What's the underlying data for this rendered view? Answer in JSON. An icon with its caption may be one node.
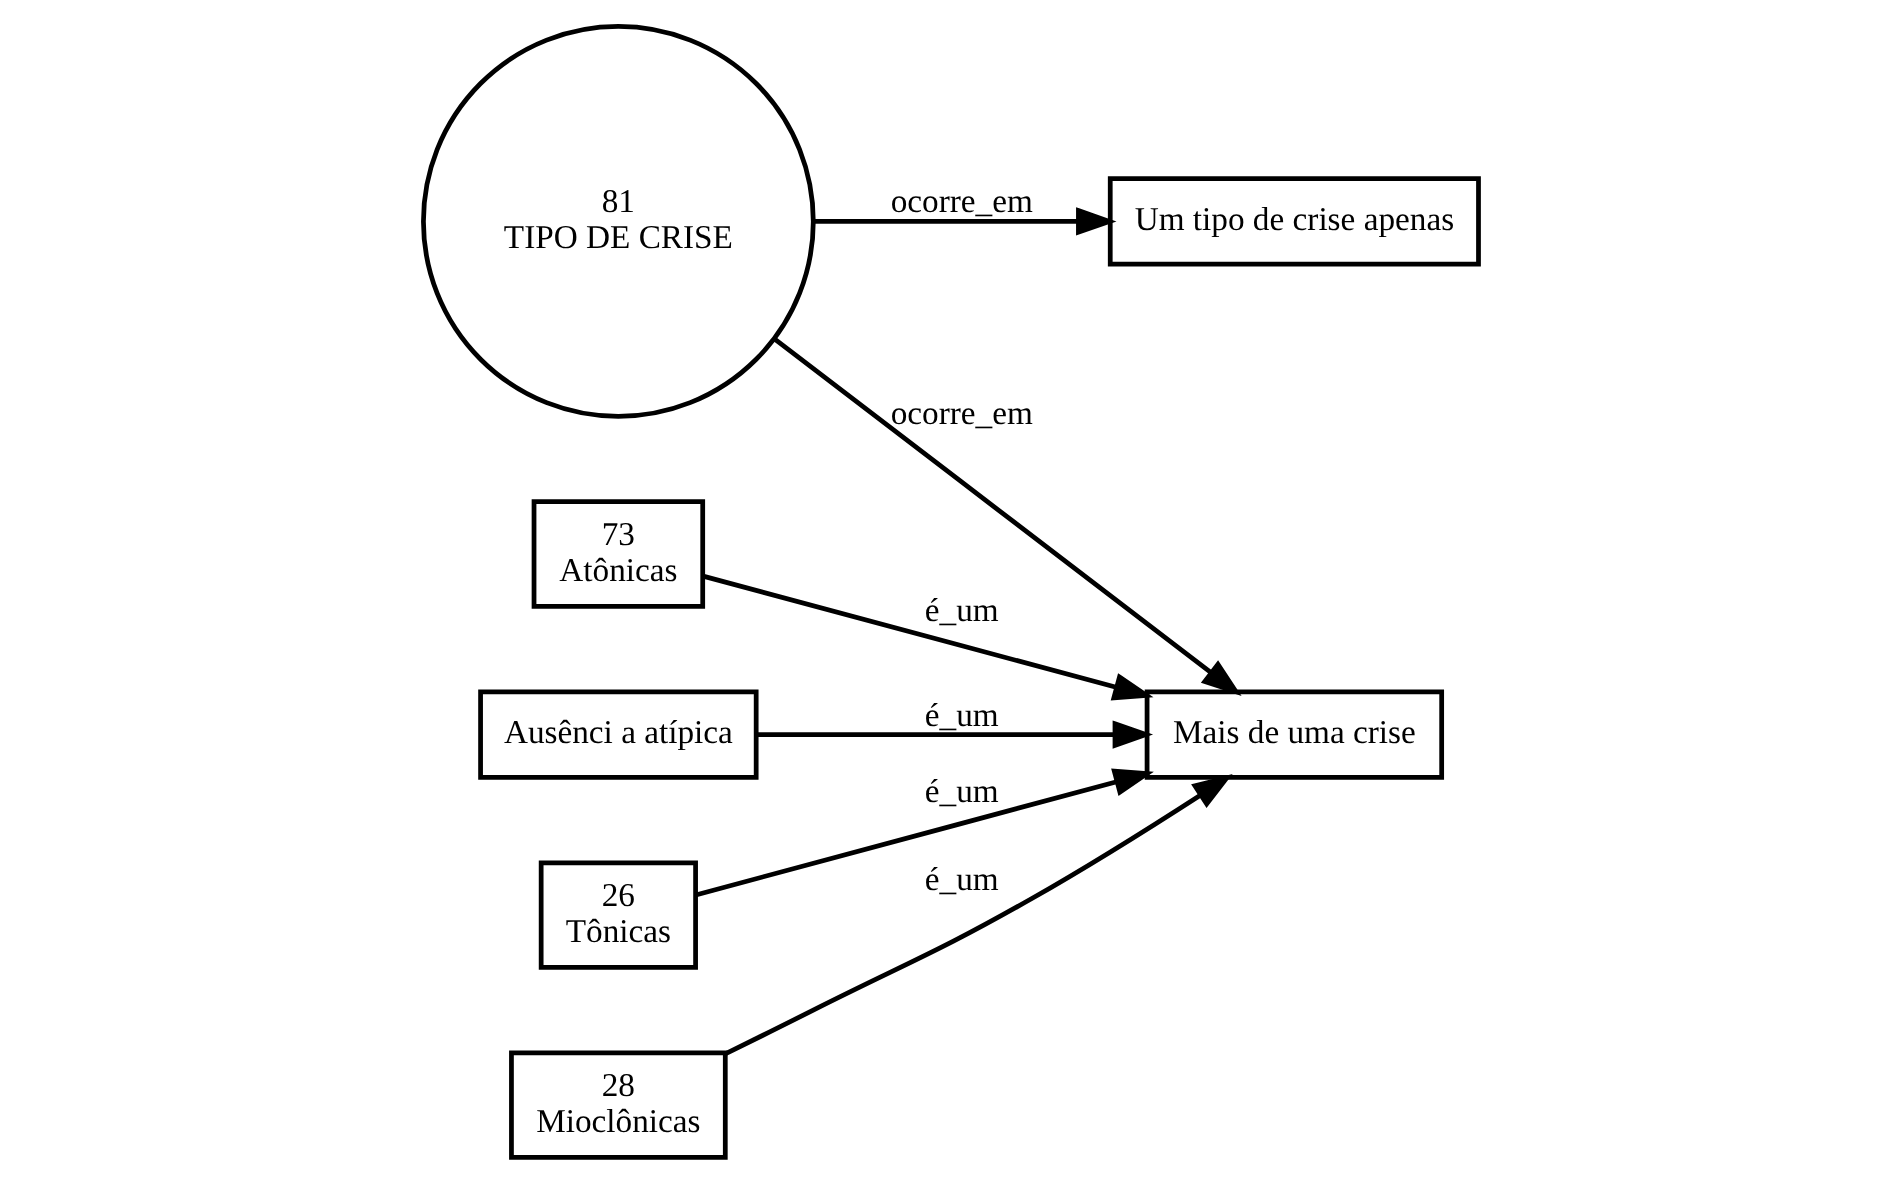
{
  "diagram": {
    "nodes": [
      {
        "text": [
          "Um tipo de crise apenas"
        ]
      },
      {
        "text": [
          "81",
          "TIPO DE CRISE"
        ]
      },
      {
        "text": [
          "Mais de uma crise"
        ]
      },
      {
        "text": [
          "73",
          "Atônicas"
        ]
      },
      {
        "text": [
          "Ausênci a atípica"
        ]
      },
      {
        "text": [
          "26",
          "Tônicas"
        ]
      },
      {
        "text": [
          "28",
          "Mioclônicas"
        ]
      }
    ],
    "edges": [
      {
        "from": 1,
        "to": 0,
        "arrow": "to",
        "label": "ocorre_em"
      },
      {
        "from": 1,
        "to": 2,
        "arrow": "to",
        "label": "ocorre_em"
      },
      {
        "from": 3,
        "to": 2,
        "arrow": "to",
        "label": "é_um"
      },
      {
        "from": 4,
        "to": 2,
        "arrow": "to",
        "label": "é_um"
      },
      {
        "from": 5,
        "to": 2,
        "arrow": "to",
        "label": "é_um"
      },
      {
        "from": 6,
        "to": 2,
        "arrow": "to",
        "label": "é_um"
      }
    ]
  }
}
